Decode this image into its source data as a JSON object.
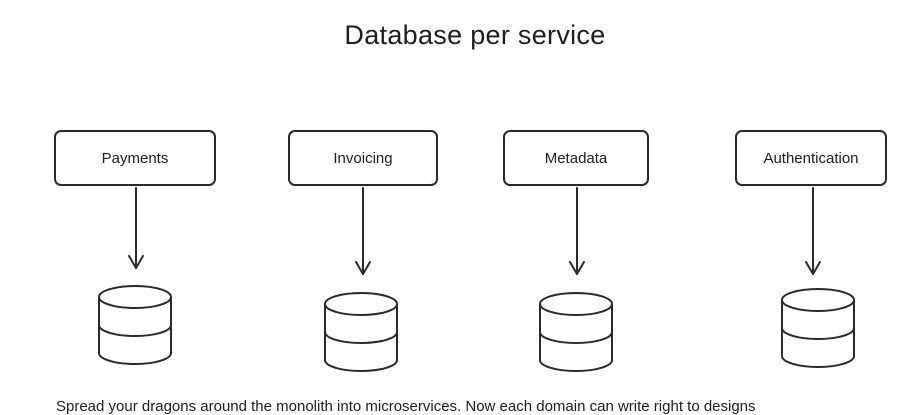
{
  "diagram": {
    "title": "Database per service",
    "services": [
      {
        "label": "Payments"
      },
      {
        "label": "Invoicing"
      },
      {
        "label": "Metadata"
      },
      {
        "label": "Authentication"
      }
    ],
    "caption": "Spread your dragons around the monolith into microservices. Now each domain can write right to designs",
    "stroke_color": "#2a2a2a"
  }
}
